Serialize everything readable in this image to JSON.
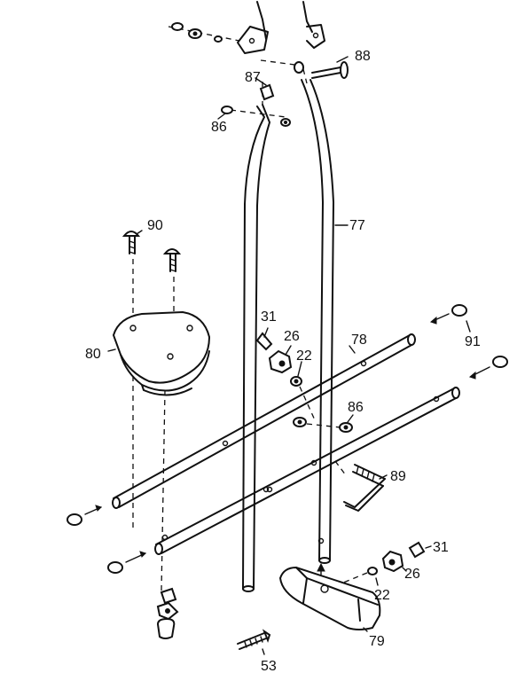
{
  "labels": {
    "l88": "88",
    "l87": "87",
    "l86a": "86",
    "l77": "77",
    "l90": "90",
    "l80": "80",
    "l31a": "31",
    "l26a": "26",
    "l22a": "22",
    "l78": "78",
    "l91": "91",
    "l86b": "86",
    "l89": "89",
    "l31b": "31",
    "l26b": "26",
    "l22b": "22",
    "l79": "79",
    "l53": "53"
  }
}
